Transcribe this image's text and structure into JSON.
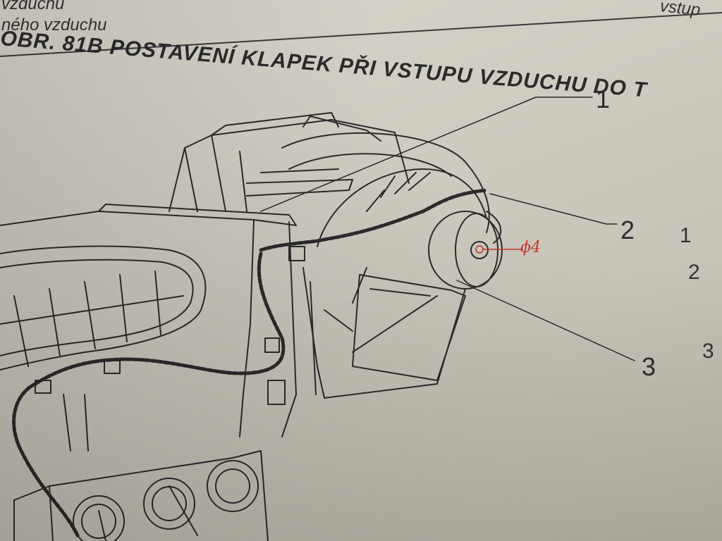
{
  "page": {
    "top_left_lines": [
      "vzduchu",
      "ného vzduchu"
    ],
    "top_right_text": "vstup",
    "title": "OBR. 81B POSTAVENÍ KLAPEK PŘI VSTUPU VZDUCHU DO T",
    "callouts": [
      "1",
      "2",
      "3"
    ],
    "margin_numbers": [
      "1",
      "2",
      "3"
    ]
  },
  "annotation": {
    "text": "ϕ4",
    "color": "#c0392b"
  }
}
